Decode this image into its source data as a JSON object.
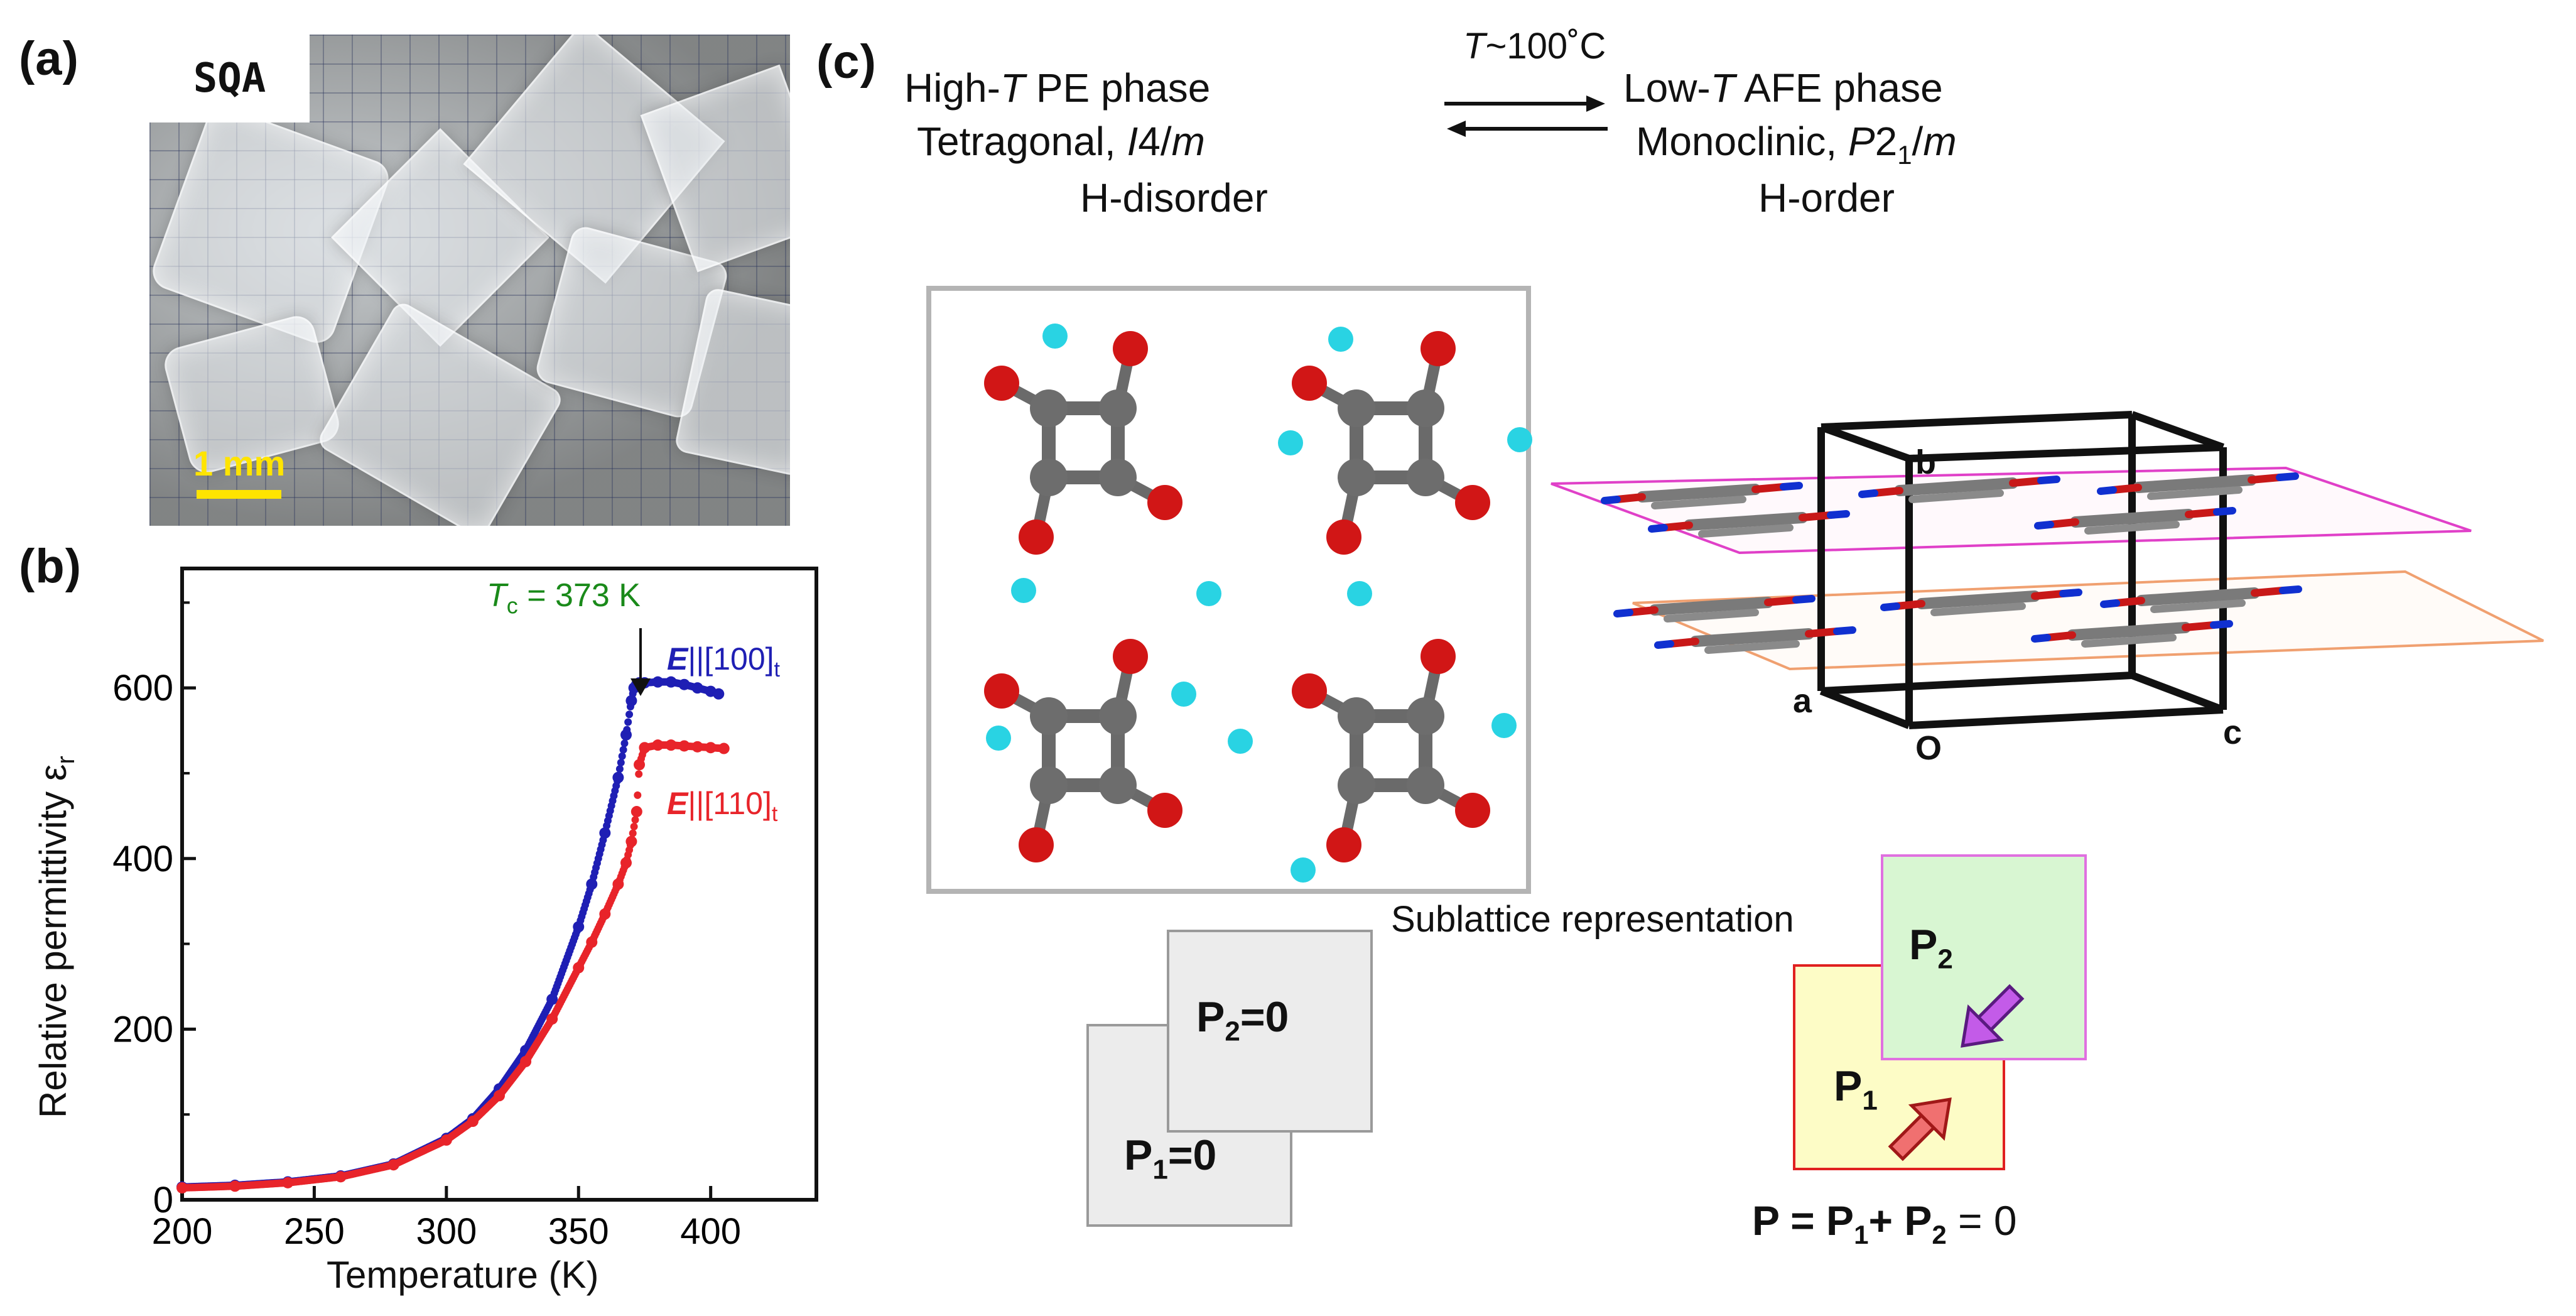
{
  "panel_a": {
    "label": "(a)",
    "sample_label": "SQA",
    "scale_label": "1 mm"
  },
  "panel_b": {
    "label": "(b)",
    "annotation_tc_symbol": "T",
    "annotation_tc_sub": "c",
    "annotation_tc_value": " = 373 K",
    "legend_blue_E": "E",
    "legend_blue_dir": "||[100]",
    "legend_blue_sub": "t",
    "legend_red_E": "E",
    "legend_red_dir": "||[110]",
    "legend_red_sub": "t",
    "colors": {
      "blue": "#1f1fb4",
      "red": "#e8242a",
      "annotation": "#1a8a1a"
    }
  },
  "chart_data": {
    "type": "scatter",
    "xlabel": "Temperature (K)",
    "ylabel": "Relative permittivity  ε",
    "ylabel_sub": "r",
    "xlim": [
      200,
      440
    ],
    "ylim": [
      0,
      740
    ],
    "xticks": [
      "200",
      "250",
      "300",
      "350",
      "400"
    ],
    "yticks": [
      "0",
      "200",
      "400",
      "600"
    ],
    "grid": false,
    "series": [
      {
        "name": "E||[100]t",
        "color": "#1f1fb4",
        "x": [
          200,
          220,
          240,
          260,
          280,
          300,
          310,
          320,
          330,
          340,
          350,
          355,
          360,
          365,
          368,
          370,
          371,
          372,
          373,
          375,
          380,
          385,
          390,
          395,
          400,
          403
        ],
        "y": [
          15,
          17,
          21,
          28,
          42,
          72,
          95,
          130,
          175,
          235,
          320,
          370,
          430,
          495,
          545,
          585,
          600,
          604,
          606,
          606,
          607,
          607,
          604,
          600,
          596,
          593
        ]
      },
      {
        "name": "E||[110]t",
        "color": "#e8242a",
        "x": [
          200,
          220,
          240,
          260,
          280,
          300,
          310,
          320,
          330,
          340,
          350,
          355,
          360,
          365,
          368,
          370,
          372,
          373,
          375,
          380,
          385,
          390,
          395,
          400,
          405
        ],
        "y": [
          14,
          16,
          20,
          27,
          41,
          70,
          92,
          122,
          162,
          212,
          272,
          302,
          335,
          370,
          395,
          420,
          455,
          510,
          530,
          533,
          533,
          532,
          531,
          530,
          529
        ]
      }
    ]
  },
  "panel_c": {
    "label": "(c)",
    "high_phase_pre": "High-",
    "high_phase_T": "T",
    "high_phase_post": " PE phase",
    "high_sym_pre": "Tetragonal, ",
    "high_sym_it": "I",
    "high_sym_mid": "4/",
    "high_sym_it2": "m",
    "high_disorder": "H-disorder",
    "transition_T": "T",
    "transition_val": "~100˚C",
    "low_phase_pre": "Low-",
    "low_phase_T": "T",
    "low_phase_post": " AFE phase",
    "low_sym_pre": "Monoclinic, ",
    "low_sym_it": "P",
    "low_sym_mid": "2",
    "low_sym_sub": "1",
    "low_sym_slash": "/",
    "low_sym_it2": "m",
    "low_order": "H-order",
    "axis_b": "b",
    "axis_a": "a",
    "axis_o": "O",
    "axis_c": "c",
    "sublattice_title": "Sublattice representation",
    "p2_zero_pre": "P",
    "p2_zero_sub": "2",
    "p2_zero_post": "=0",
    "p1_zero_pre": "P",
    "p1_zero_sub": "1",
    "p1_zero_post": "=0",
    "p2_pre": "P",
    "p2_sub": "2",
    "p1_pre": "P",
    "p1_sub": "1",
    "sum_p": "P = P",
    "sum_sub1": "1",
    "sum_mid": "+ P",
    "sum_sub2": "2",
    "sum_end": " = 0"
  }
}
